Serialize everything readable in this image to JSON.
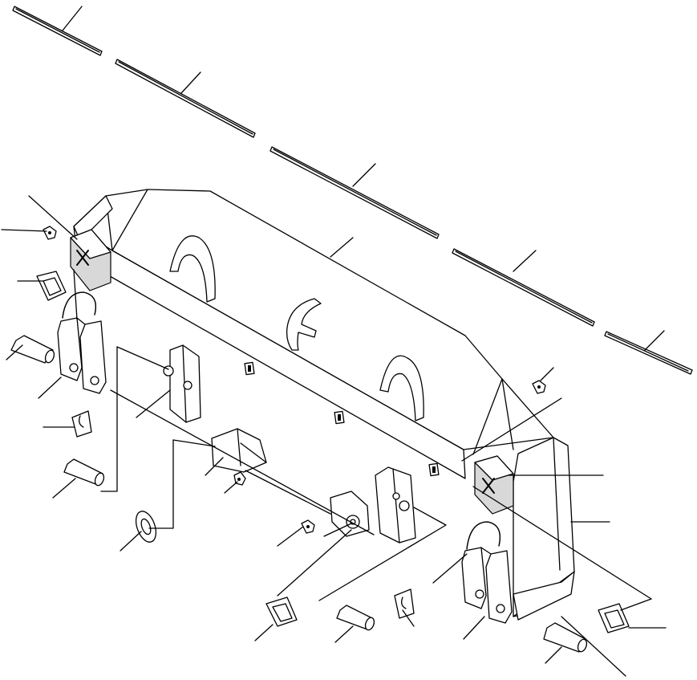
{
  "figure": {
    "style": "exploded line drawing",
    "stroke_color": "#000000",
    "background_color": "#ffffff",
    "parts": [
      "wear-strip-1",
      "wear-strip-2",
      "wear-strip-3",
      "wear-strip-4",
      "wear-strip-5",
      "main-frame",
      "gusset-left",
      "gusset-center",
      "gusset-right",
      "pivot-block-left",
      "pivot-block-right",
      "bushing-pads",
      "lift-bracket-left",
      "lift-bracket-right",
      "u-bolt-left",
      "u-bolt-right",
      "pin-left",
      "pin-center",
      "pin-right",
      "pin-lower",
      "shim-plate-left",
      "shim-plate-lower",
      "clip-left",
      "clip-lower",
      "hinge-bracket-left",
      "hinge-bracket-center",
      "wedge-bracket",
      "pivot-mount",
      "flange-washer",
      "nut-left",
      "nut-center",
      "nut-right",
      "end-plate-right",
      "leader-lines"
    ]
  }
}
